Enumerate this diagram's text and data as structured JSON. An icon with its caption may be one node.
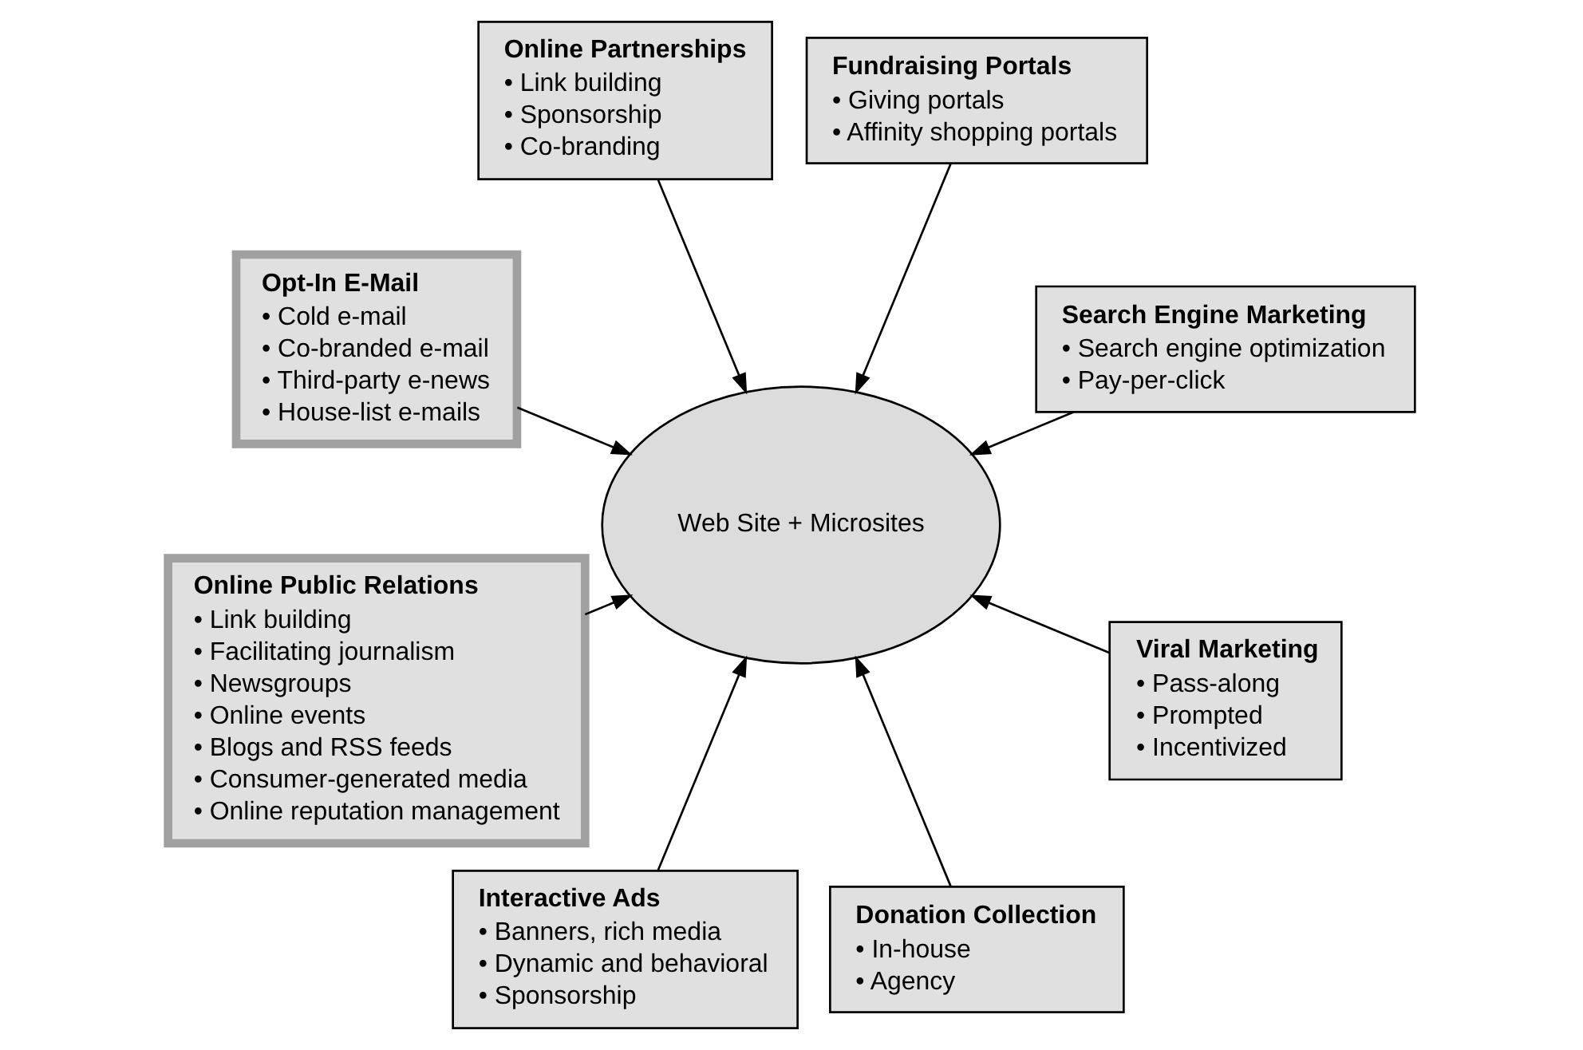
{
  "diagram": {
    "nodes": [
      {
        "text": [
          "Search Engine Marketing",
          "• Search engine optimization",
          "• Pay-per-click"
        ]
      },
      {
        "text": [
          "Fundraising Portals",
          "• Giving portals",
          "• Affinity shopping portals"
        ]
      },
      {
        "text": [
          "Online Partnerships",
          "• Link building",
          "• Sponsorship",
          "• Co-branding"
        ]
      },
      {
        "text": [
          "Opt-In E-Mail",
          "• Cold e-mail",
          "• Co-branded e-mail",
          "• Third-party e-news",
          "• House-list e-mails"
        ]
      },
      {
        "text": [
          "Web Site + Microsites"
        ]
      },
      {
        "text": [
          "Online Public Relations",
          "• Link building",
          "• Facilitating journalism",
          "• Newsgroups",
          "• Online events",
          "• Blogs and RSS feeds",
          "• Consumer-generated media",
          "• Online reputation management"
        ]
      },
      {
        "text": [
          "Interactive Ads",
          "• Banners, rich media",
          "• Dynamic and behavioral",
          "• Sponsorship"
        ]
      },
      {
        "text": [
          "Donation Collection",
          "• In-house",
          "• Agency"
        ]
      },
      {
        "text": [
          "Viral Marketing",
          "• Pass-along",
          "• Prompted",
          "• Incentivized"
        ]
      }
    ],
    "edges": [
      {
        "from": 0,
        "to": 4,
        "arrow": "to"
      },
      {
        "from": 1,
        "to": 4,
        "arrow": "to"
      },
      {
        "from": 2,
        "to": 4,
        "arrow": "to"
      },
      {
        "from": 3,
        "to": 4,
        "arrow": "to"
      },
      {
        "from": 5,
        "to": 4,
        "arrow": "to"
      },
      {
        "from": 6,
        "to": 4,
        "arrow": "to"
      },
      {
        "from": 7,
        "to": 4,
        "arrow": "to"
      },
      {
        "from": 8,
        "to": 4,
        "arrow": "to"
      }
    ]
  }
}
